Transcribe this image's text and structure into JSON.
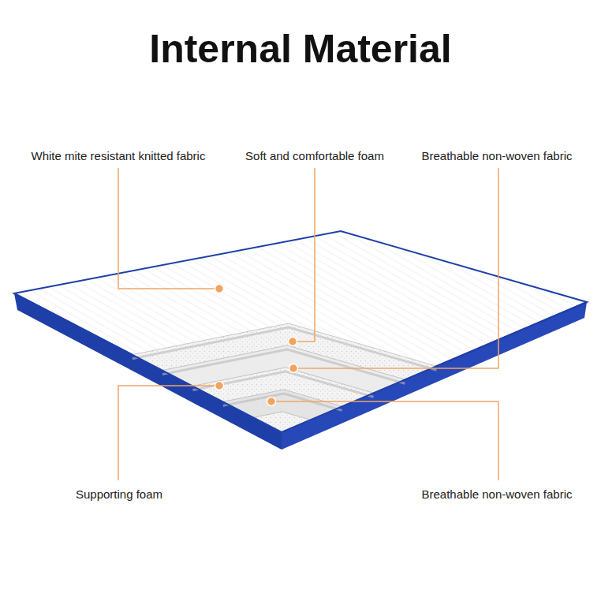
{
  "diagram": {
    "title": "Internal Material",
    "labels": [
      "White mite resistant knitted fabric",
      "Soft and comfortable foam",
      "Breathable non-woven fabric",
      "Supporting foam",
      "Breathable non-woven fabric"
    ]
  }
}
